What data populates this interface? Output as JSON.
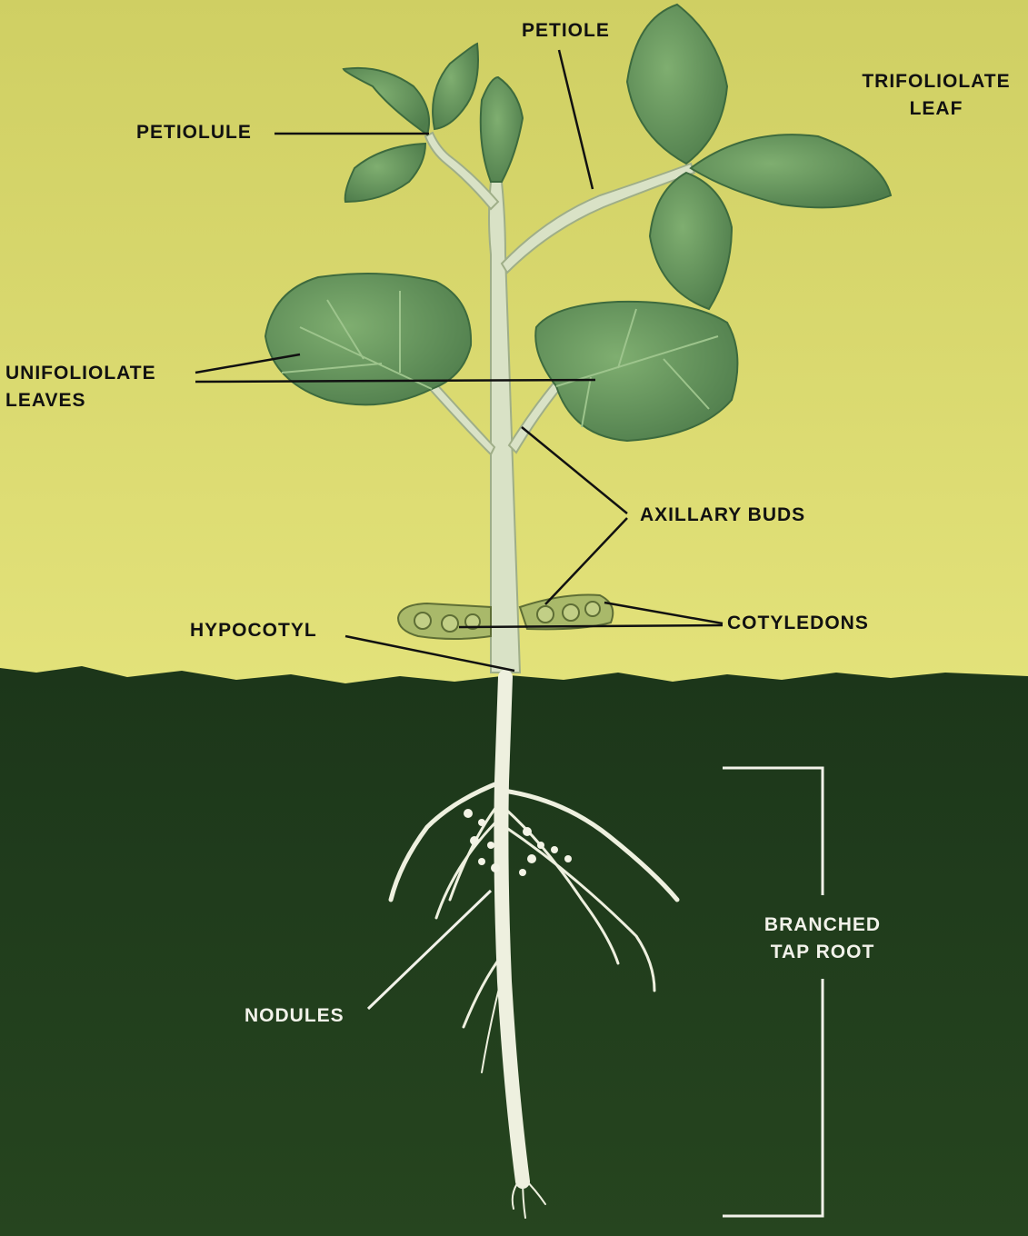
{
  "labels": {
    "petiole": "PETIOLE",
    "trifoliolate": [
      "TRIFOLIOLATE",
      "LEAF"
    ],
    "petiolule": "PETIOLULE",
    "unifoliolate": [
      "UNIFOLIOLATE",
      "LEAVES"
    ],
    "axillary_buds": "AXILLARY BUDS",
    "cotyledons": "COTYLEDONS",
    "hypocotyl": "HYPOCOTYL",
    "branched_tap_root": [
      "BRANCHED",
      "TAP ROOT"
    ],
    "nodules": "NODULES"
  },
  "colors": {
    "sky": "#d7d66a",
    "soil": "#1f3a1c",
    "leaf": "#6e9e63",
    "stem": "#d9e2c6",
    "root": "#eef0df",
    "dark_text": "#111111",
    "light_text": "#f2f2ea"
  }
}
